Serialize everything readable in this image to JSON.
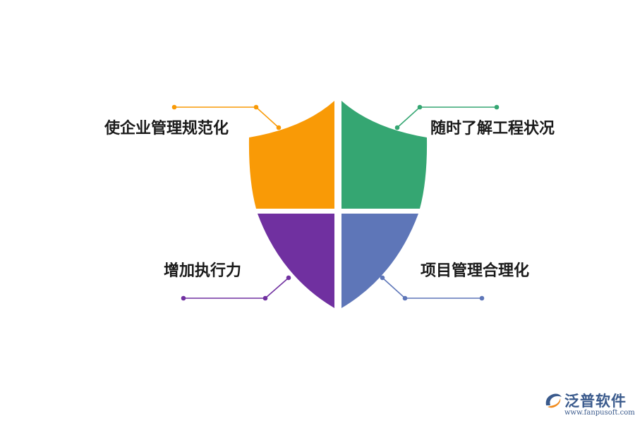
{
  "quadrants": {
    "top_left": {
      "label": "使企业管理规范化",
      "color": "#F99A06"
    },
    "top_right": {
      "label": "随时了解工程状况",
      "color": "#35A672"
    },
    "bottom_left": {
      "label": "增加执行力",
      "color": "#7030A0"
    },
    "bottom_right": {
      "label": "项目管理合理化",
      "color": "#5E76B8"
    }
  },
  "logo": {
    "name": "泛普软件",
    "url": "www.fanpusoft.com",
    "colors": {
      "blue": "#3A5A8C",
      "orange": "#F08A1C"
    }
  }
}
